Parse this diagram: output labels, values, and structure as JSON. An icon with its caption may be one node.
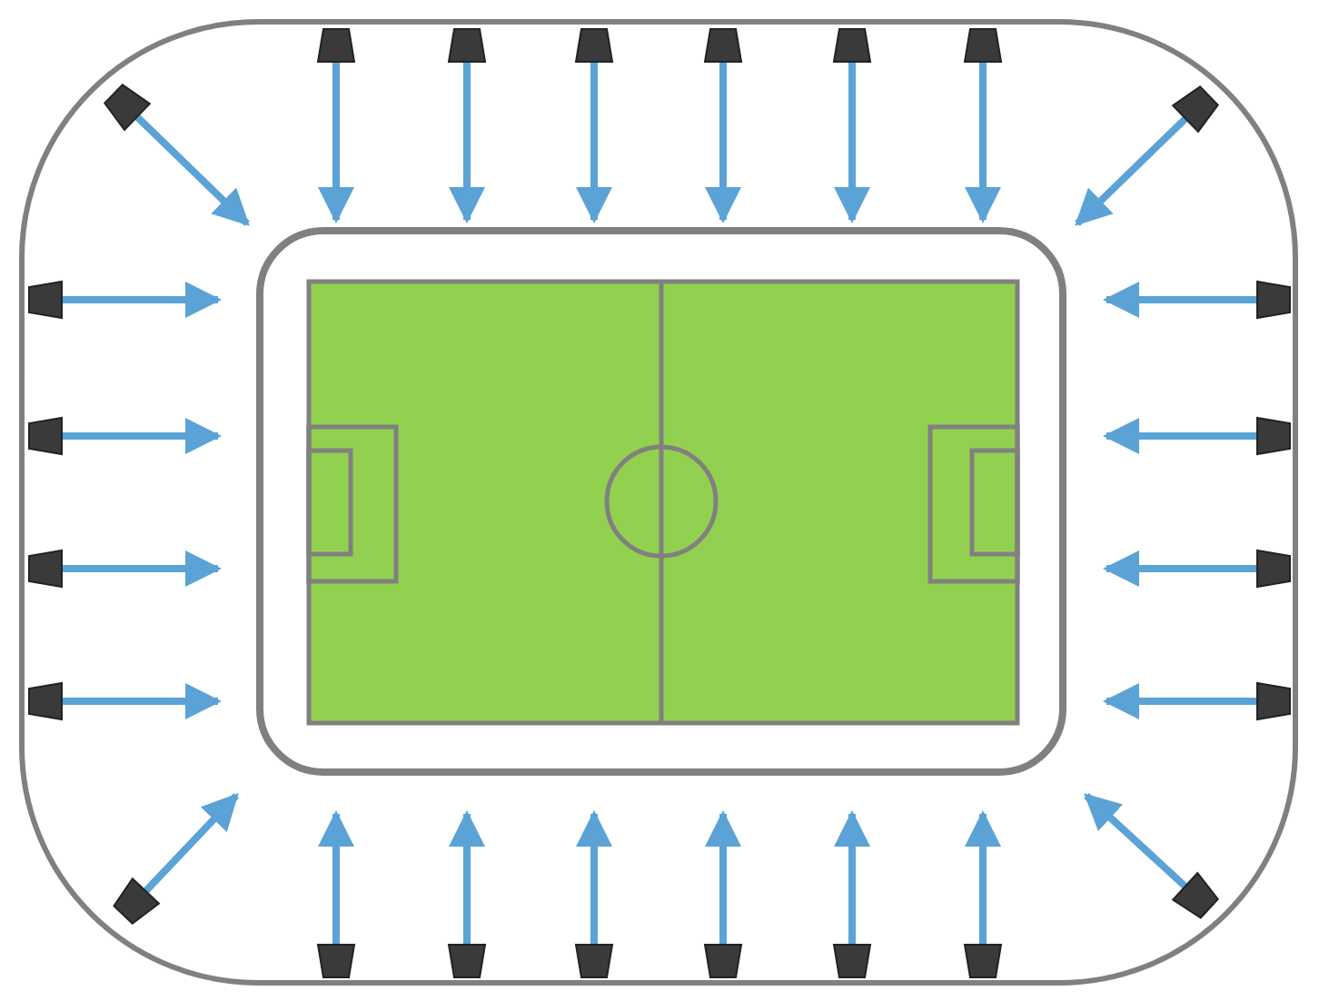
{
  "diagram": {
    "nodes": [
      {
        "text": [],
        "shape": "trapezoid"
      },
      {
        "text": [],
        "shape": "trapezoid"
      },
      {
        "text": [],
        "shape": "trapezoid"
      },
      {
        "text": [],
        "shape": "trapezoid"
      },
      {
        "text": [],
        "shape": "trapezoid"
      },
      {
        "text": [],
        "shape": "trapezoid"
      },
      {
        "text": [],
        "shape": "trapezoid"
      },
      {
        "text": [],
        "shape": "trapezoid"
      },
      {
        "text": [],
        "shape": "trapezoid"
      },
      {
        "text": [],
        "shape": "trapezoid"
      },
      {
        "text": [],
        "shape": "trapezoid"
      },
      {
        "text": [],
        "shape": "trapezoid"
      },
      {
        "text": [],
        "shape": "trapezoid"
      },
      {
        "text": [],
        "shape": "trapezoid"
      },
      {
        "text": [],
        "shape": "trapezoid"
      },
      {
        "text": [],
        "shape": "trapezoid"
      },
      {
        "text": [],
        "shape": "trapezoid"
      },
      {
        "text": [],
        "shape": "trapezoid"
      },
      {
        "text": [],
        "shape": "trapezoid"
      },
      {
        "text": [],
        "shape": "trapezoid"
      },
      {
        "text": [],
        "shape": "trapezoid"
      },
      {
        "text": [],
        "shape": "trapezoid"
      },
      {
        "text": [],
        "shape": "trapezoid"
      },
      {
        "text": [],
        "shape": "trapezoid"
      }
    ],
    "edges": [
      {
        "from": 0,
        "to": null,
        "arrow": "to"
      },
      {
        "from": 1,
        "to": null,
        "arrow": "to"
      },
      {
        "from": 2,
        "to": null,
        "arrow": "to"
      },
      {
        "from": 3,
        "to": null,
        "arrow": "to"
      },
      {
        "from": 4,
        "to": null,
        "arrow": "to"
      },
      {
        "from": 5,
        "to": null,
        "arrow": "to"
      },
      {
        "from": 6,
        "to": null,
        "arrow": "to"
      },
      {
        "from": 7,
        "to": null,
        "arrow": "to"
      },
      {
        "from": 8,
        "to": null,
        "arrow": "to"
      },
      {
        "from": 9,
        "to": null,
        "arrow": "to"
      },
      {
        "from": 10,
        "to": null,
        "arrow": "to"
      },
      {
        "from": 11,
        "to": null,
        "arrow": "to"
      },
      {
        "from": 12,
        "to": null,
        "arrow": "to"
      },
      {
        "from": 13,
        "to": null,
        "arrow": "to"
      },
      {
        "from": 14,
        "to": null,
        "arrow": "to"
      },
      {
        "from": 15,
        "to": null,
        "arrow": "to"
      },
      {
        "from": 16,
        "to": null,
        "arrow": "to"
      },
      {
        "from": 17,
        "to": null,
        "arrow": "to"
      },
      {
        "from": 18,
        "to": null,
        "arrow": "to"
      },
      {
        "from": 19,
        "to": null,
        "arrow": "to"
      },
      {
        "from": 20,
        "to": null,
        "arrow": "to"
      },
      {
        "from": 21,
        "to": null,
        "arrow": "to"
      },
      {
        "from": 22,
        "to": null,
        "arrow": "to"
      },
      {
        "from": 23,
        "to": null,
        "arrow": "to"
      }
    ]
  }
}
